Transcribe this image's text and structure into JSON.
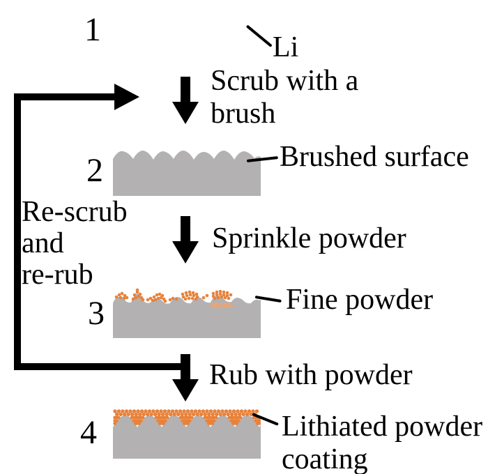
{
  "colors": {
    "substrate_gray": "#b3b1b2",
    "powder_orange": "#e8823b",
    "powder_orange_light": "#f0a46e",
    "arrow_black": "#000000"
  },
  "steps": [
    {
      "number": "1",
      "label": "Li"
    },
    {
      "number": "2",
      "label": "Brushed surface"
    },
    {
      "number": "3",
      "label": "Fine powder"
    },
    {
      "number": "4",
      "label_line1": "Lithiated powder",
      "label_line2": "coating"
    }
  ],
  "actions": {
    "scrub_line1": "Scrub with a",
    "scrub_line2": "brush",
    "sprinkle": "Sprinkle powder",
    "rub": "Rub with powder"
  },
  "loop": {
    "line1": "Re-scrub",
    "line2": "and",
    "line3": "re-rub"
  }
}
